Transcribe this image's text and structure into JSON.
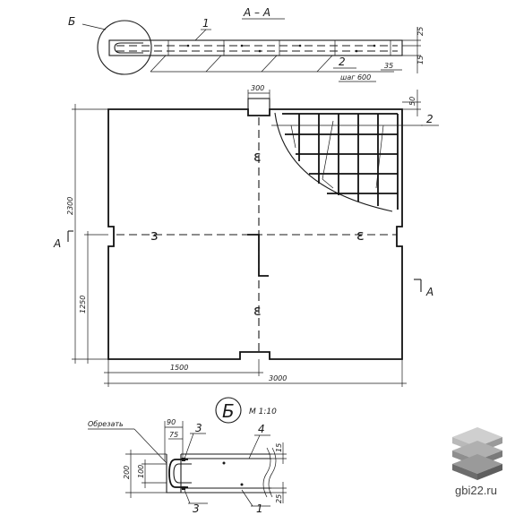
{
  "section": {
    "title": "А – А",
    "callout_detail": "Б",
    "callout_1": "1",
    "callout_2": "2",
    "dim_25": "25",
    "dim_15": "15",
    "dim_35": "35",
    "spacing_label": "шаг 600"
  },
  "plan": {
    "dim_300": "300",
    "dim_50": "50",
    "callout_2": "2",
    "dim_2300": "2300",
    "dim_1250": "1250",
    "dim_1500": "1500",
    "dim_3000": "3000",
    "section_mark_left": "А",
    "section_mark_right": "А"
  },
  "detail": {
    "title": "Б",
    "scale": "М 1:10",
    "trim_label": "Обрезать",
    "dim_90": "90",
    "dim_75": "75",
    "dim_15": "15",
    "dim_200": "200",
    "dim_100": "100",
    "dim_25": "25",
    "callout_3_top": "3",
    "callout_3_bottom": "3",
    "callout_4": "4",
    "callout_1": "1"
  },
  "watermark": {
    "site": "gbi22.ru",
    "logo_colors": [
      "#b9b9b9",
      "#8e8e8e",
      "#6c6c6c"
    ]
  }
}
